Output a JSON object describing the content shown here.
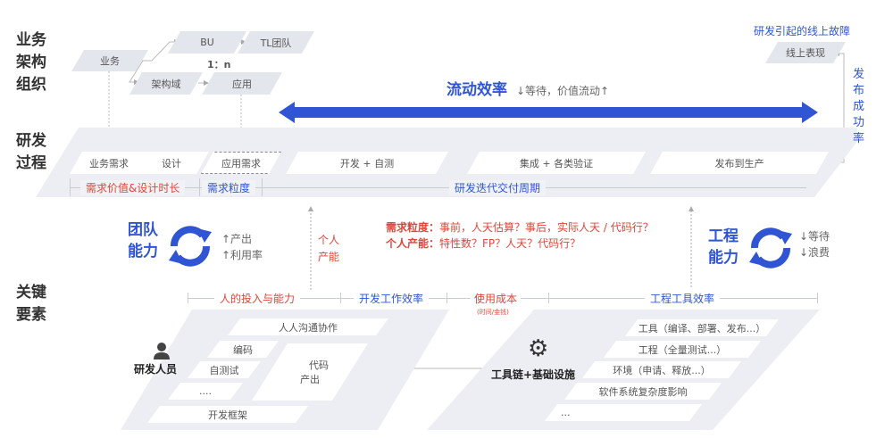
{
  "sections": {
    "org": [
      "业务",
      "架构",
      "组织"
    ],
    "process": [
      "研发",
      "过程"
    ],
    "key": [
      "关键",
      "要素"
    ]
  },
  "org": {
    "business": "业务",
    "bu": "BU",
    "tl_team": "TL团队",
    "ratio": "1：n",
    "arch_domain": "架构域",
    "app": "应用"
  },
  "flow": {
    "title": "流动效率",
    "subtitle": "↓等待，价值流动↑",
    "arrow_color": "#2f55d4"
  },
  "online": {
    "fault_label": "研发引起的线上故障",
    "box": "线上表现",
    "release_rate": "发布成功率"
  },
  "process": {
    "steps": [
      "业务需求",
      "设计",
      "应用需求",
      "开发 + 自测",
      "集成 + 各类验证",
      "发布到生产"
    ],
    "metrics": {
      "value_time": "需求价值&设计时长",
      "granularity": "需求粒度",
      "cycle": "研发迭代交付周期"
    }
  },
  "team": {
    "title": [
      "团队",
      "能力"
    ],
    "effects": [
      "↑产出",
      "↑利用率"
    ],
    "icon": "cycle-icon"
  },
  "personal": {
    "label": [
      "个人",
      "产能"
    ]
  },
  "questions": {
    "line1_key": "需求粒度：",
    "line1": "事前，人天估算？事后，实际人天 / 代码行？",
    "line2_key": "个人产能：",
    "line2": "特性数？FP？人天？代码行？"
  },
  "engineering": {
    "title": [
      "工程",
      "能力"
    ],
    "effects": [
      "↓等待",
      "↓浪费"
    ],
    "icon": "cycle-icon"
  },
  "key_factors": {
    "human": "人的投入与能力",
    "dev_efficiency": "开发工作效率",
    "cost": "使用成本",
    "cost_note": "(时间/金钱)",
    "tool_efficiency": "工程工具效率"
  },
  "developer": {
    "title": "研发人员",
    "items": [
      "人人沟通协作",
      "编码",
      "自测试",
      "....",
      "开发框架"
    ],
    "output": [
      "代码",
      "产出"
    ]
  },
  "toolchain": {
    "title": "工具链+基础设施",
    "items": [
      "工具（编译、部署、发布...）",
      "工程（全量测试...）",
      "环境（申请、释放...）",
      "软件系统复杂度影响",
      "..."
    ]
  },
  "colors": {
    "blue": "#2f55d4",
    "red": "#e0453a",
    "panel": "#e3e6ec"
  }
}
